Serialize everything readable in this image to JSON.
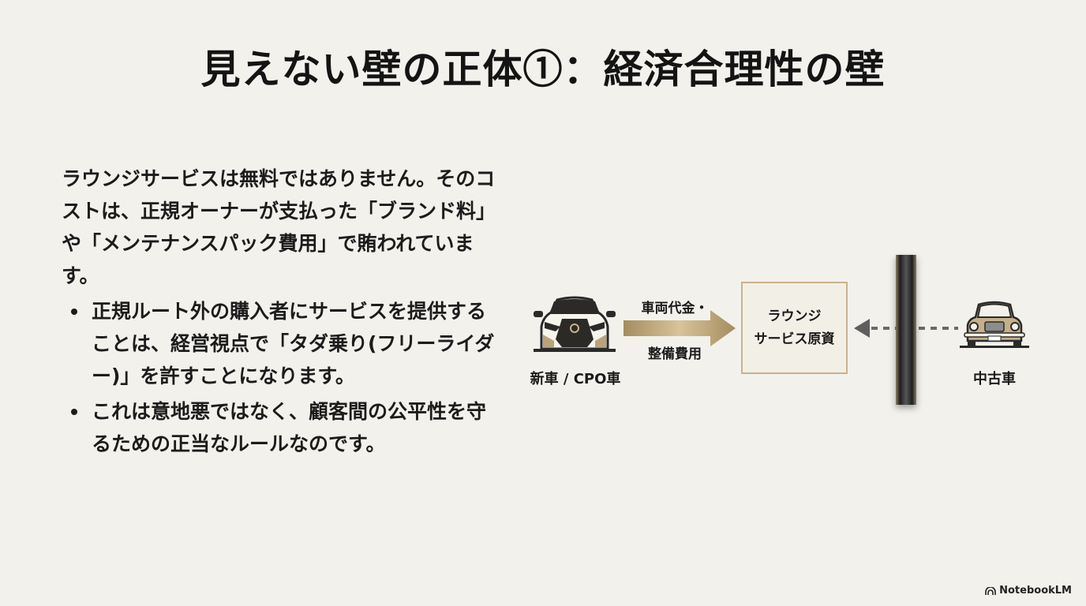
{
  "slide": {
    "title": "見えない壁の正体①：経済合理性の壁",
    "intro": "ラウンジサービスは無料ではありません。そのコストは、正規オーナーが支払った「ブランド料」や「メンテナンスパック費用」で賄われています。",
    "bullets": [
      "正規ルート外の購入者にサービスを提供することは、経営視点で「タダ乗り(フリーライダー)」を許すことになります。",
      "これは意地悪ではなく、顧客間の公平性を守るための正当なルールなのです。"
    ]
  },
  "diagram": {
    "new_car_label": "新車 / CPO車",
    "arrow_label_top": "車両代金・",
    "arrow_label_bottom": "整備費用",
    "box_line1": "ラウンジ",
    "box_line2": "サービス原資",
    "used_car_label": "中古車",
    "colors": {
      "gold": "#b9a37a",
      "wall": "#1f1f1f",
      "box_border": "#c9b38c",
      "dashed": "#6a6a6a"
    },
    "icons": [
      "luxury-car-icon",
      "gold-arrow-icon",
      "wall-barrier",
      "dashed-arrow-icon",
      "classic-car-icon"
    ]
  },
  "footer": {
    "brand": "NotebookLM",
    "brand_icon": "notebooklm-logo-icon"
  }
}
